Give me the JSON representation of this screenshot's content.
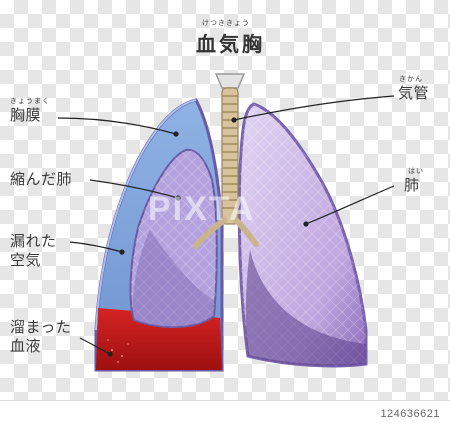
{
  "title": {
    "text": "血気胸",
    "ruby": "けつききょう"
  },
  "labels": {
    "pleura": {
      "text": "胸膜",
      "ruby": "きょうまく"
    },
    "trachea": {
      "text": "気管",
      "ruby": "きかん"
    },
    "collapsed_lung": {
      "text": "縮んだ肺"
    },
    "lung": {
      "text": "肺",
      "ruby": "はい"
    },
    "leaked_air": {
      "text": "漏れた\n空気"
    },
    "blood": {
      "text": "溜まった\n血液"
    }
  },
  "watermark": "PIXTA",
  "stock_id": "124636621",
  "colors": {
    "pleura": "#6f8fd6",
    "lung": "#c8b3e3",
    "lung_dark": "#6a4f99",
    "blood": "#c41a1a",
    "air": "#7fa3d9",
    "trachea": "#c9b48c"
  }
}
